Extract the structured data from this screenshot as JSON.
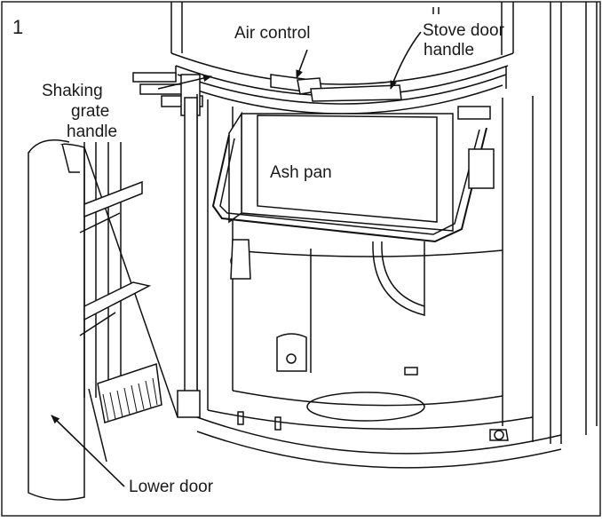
{
  "figure": {
    "number": "1",
    "labels": {
      "air_control": "Air control",
      "stove_door_handle_line1": "Stove door",
      "stove_door_handle_line2": "handle",
      "shaking_grate_line1": "Shaking",
      "shaking_grate_line2": "grate",
      "shaking_grate_line3": "handle",
      "ash_pan": "Ash pan",
      "lower_door": "Lower door"
    }
  }
}
